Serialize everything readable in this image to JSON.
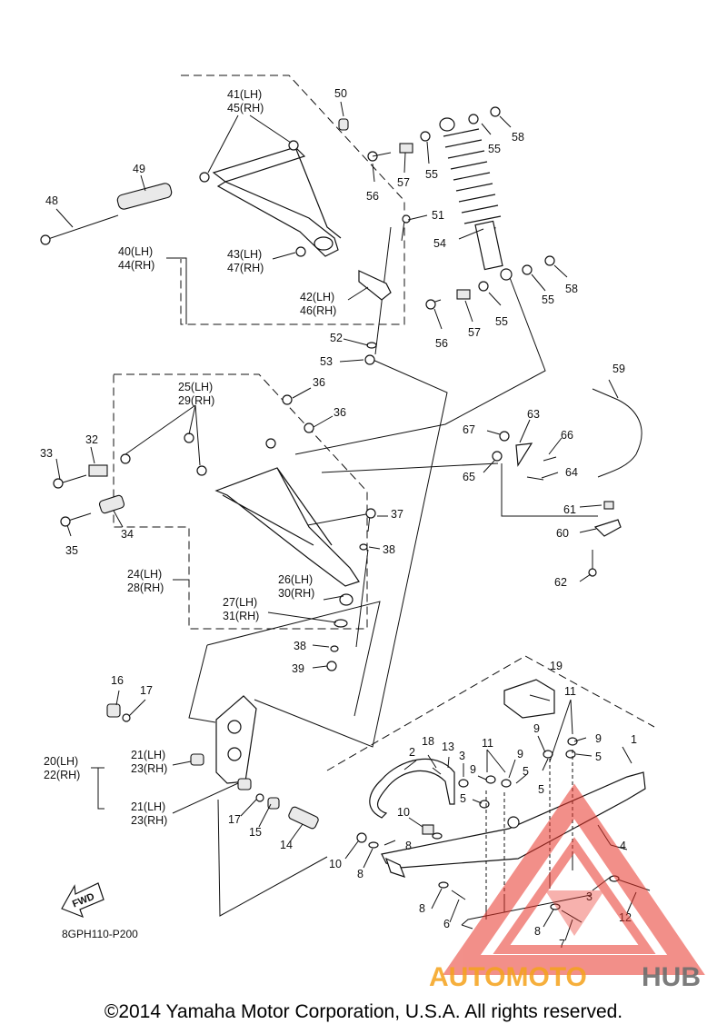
{
  "diagram": {
    "code": "8GPH110-P200",
    "fwd_label": "FWD",
    "labels": {
      "p1": "1",
      "p2": "2",
      "p3a": "3",
      "p3b": "3",
      "p4": "4",
      "p5a": "5",
      "p5b": "5",
      "p5c": "5",
      "p5d": "5",
      "p6": "6",
      "p7": "7",
      "p8a": "8",
      "p8b": "8",
      "p8c": "8",
      "p8d": "8",
      "p9a": "9",
      "p9b": "9",
      "p9c": "9",
      "p9d": "9",
      "p10a": "10",
      "p10b": "10",
      "p11a": "11",
      "p11b": "11",
      "p12": "12",
      "p13": "13",
      "p14": "14",
      "p15": "15",
      "p16": "16",
      "p17a": "17",
      "p17b": "17",
      "p18": "18",
      "p19": "19",
      "p20": "20(LH)",
      "p22": "22(RH)",
      "p21a": "21(LH)",
      "p23a": "23(RH)",
      "p21b": "21(LH)",
      "p23b": "23(RH)",
      "p24": "24(LH)",
      "p28": "28(RH)",
      "p25": "25(LH)",
      "p29": "29(RH)",
      "p26": "26(LH)",
      "p30": "30(RH)",
      "p27": "27(LH)",
      "p31": "31(RH)",
      "p32": "32",
      "p33": "33",
      "p34": "34",
      "p35": "35",
      "p36a": "36",
      "p36b": "36",
      "p37": "37",
      "p38a": "38",
      "p38b": "38",
      "p39": "39",
      "p40": "40(LH)",
      "p44": "44(RH)",
      "p41": "41(LH)",
      "p45": "45(RH)",
      "p42": "42(LH)",
      "p46": "46(RH)",
      "p43": "43(LH)",
      "p47": "47(RH)",
      "p48": "48",
      "p49": "49",
      "p50": "50",
      "p51": "51",
      "p52": "52",
      "p53": "53",
      "p54": "54",
      "p55a": "55",
      "p55b": "55",
      "p55c": "55",
      "p55d": "55",
      "p56a": "56",
      "p56b": "56",
      "p57a": "57",
      "p57b": "57",
      "p58a": "58",
      "p58b": "58",
      "p59": "59",
      "p60": "60",
      "p61": "61",
      "p62": "62",
      "p63": "63",
      "p64": "64",
      "p65": "65",
      "p66": "66",
      "p67": "67"
    }
  },
  "watermark": {
    "brand_part1": "AUTOMOTO",
    "brand_part2": "HUB",
    "colors": {
      "triangle": "#e8352a",
      "brand_orange": "#f5a21b",
      "brand_gray": "#6e6e6e"
    }
  },
  "copyright": "©2014 Yamaha Motor Corporation, U.S.A. All rights reserved."
}
